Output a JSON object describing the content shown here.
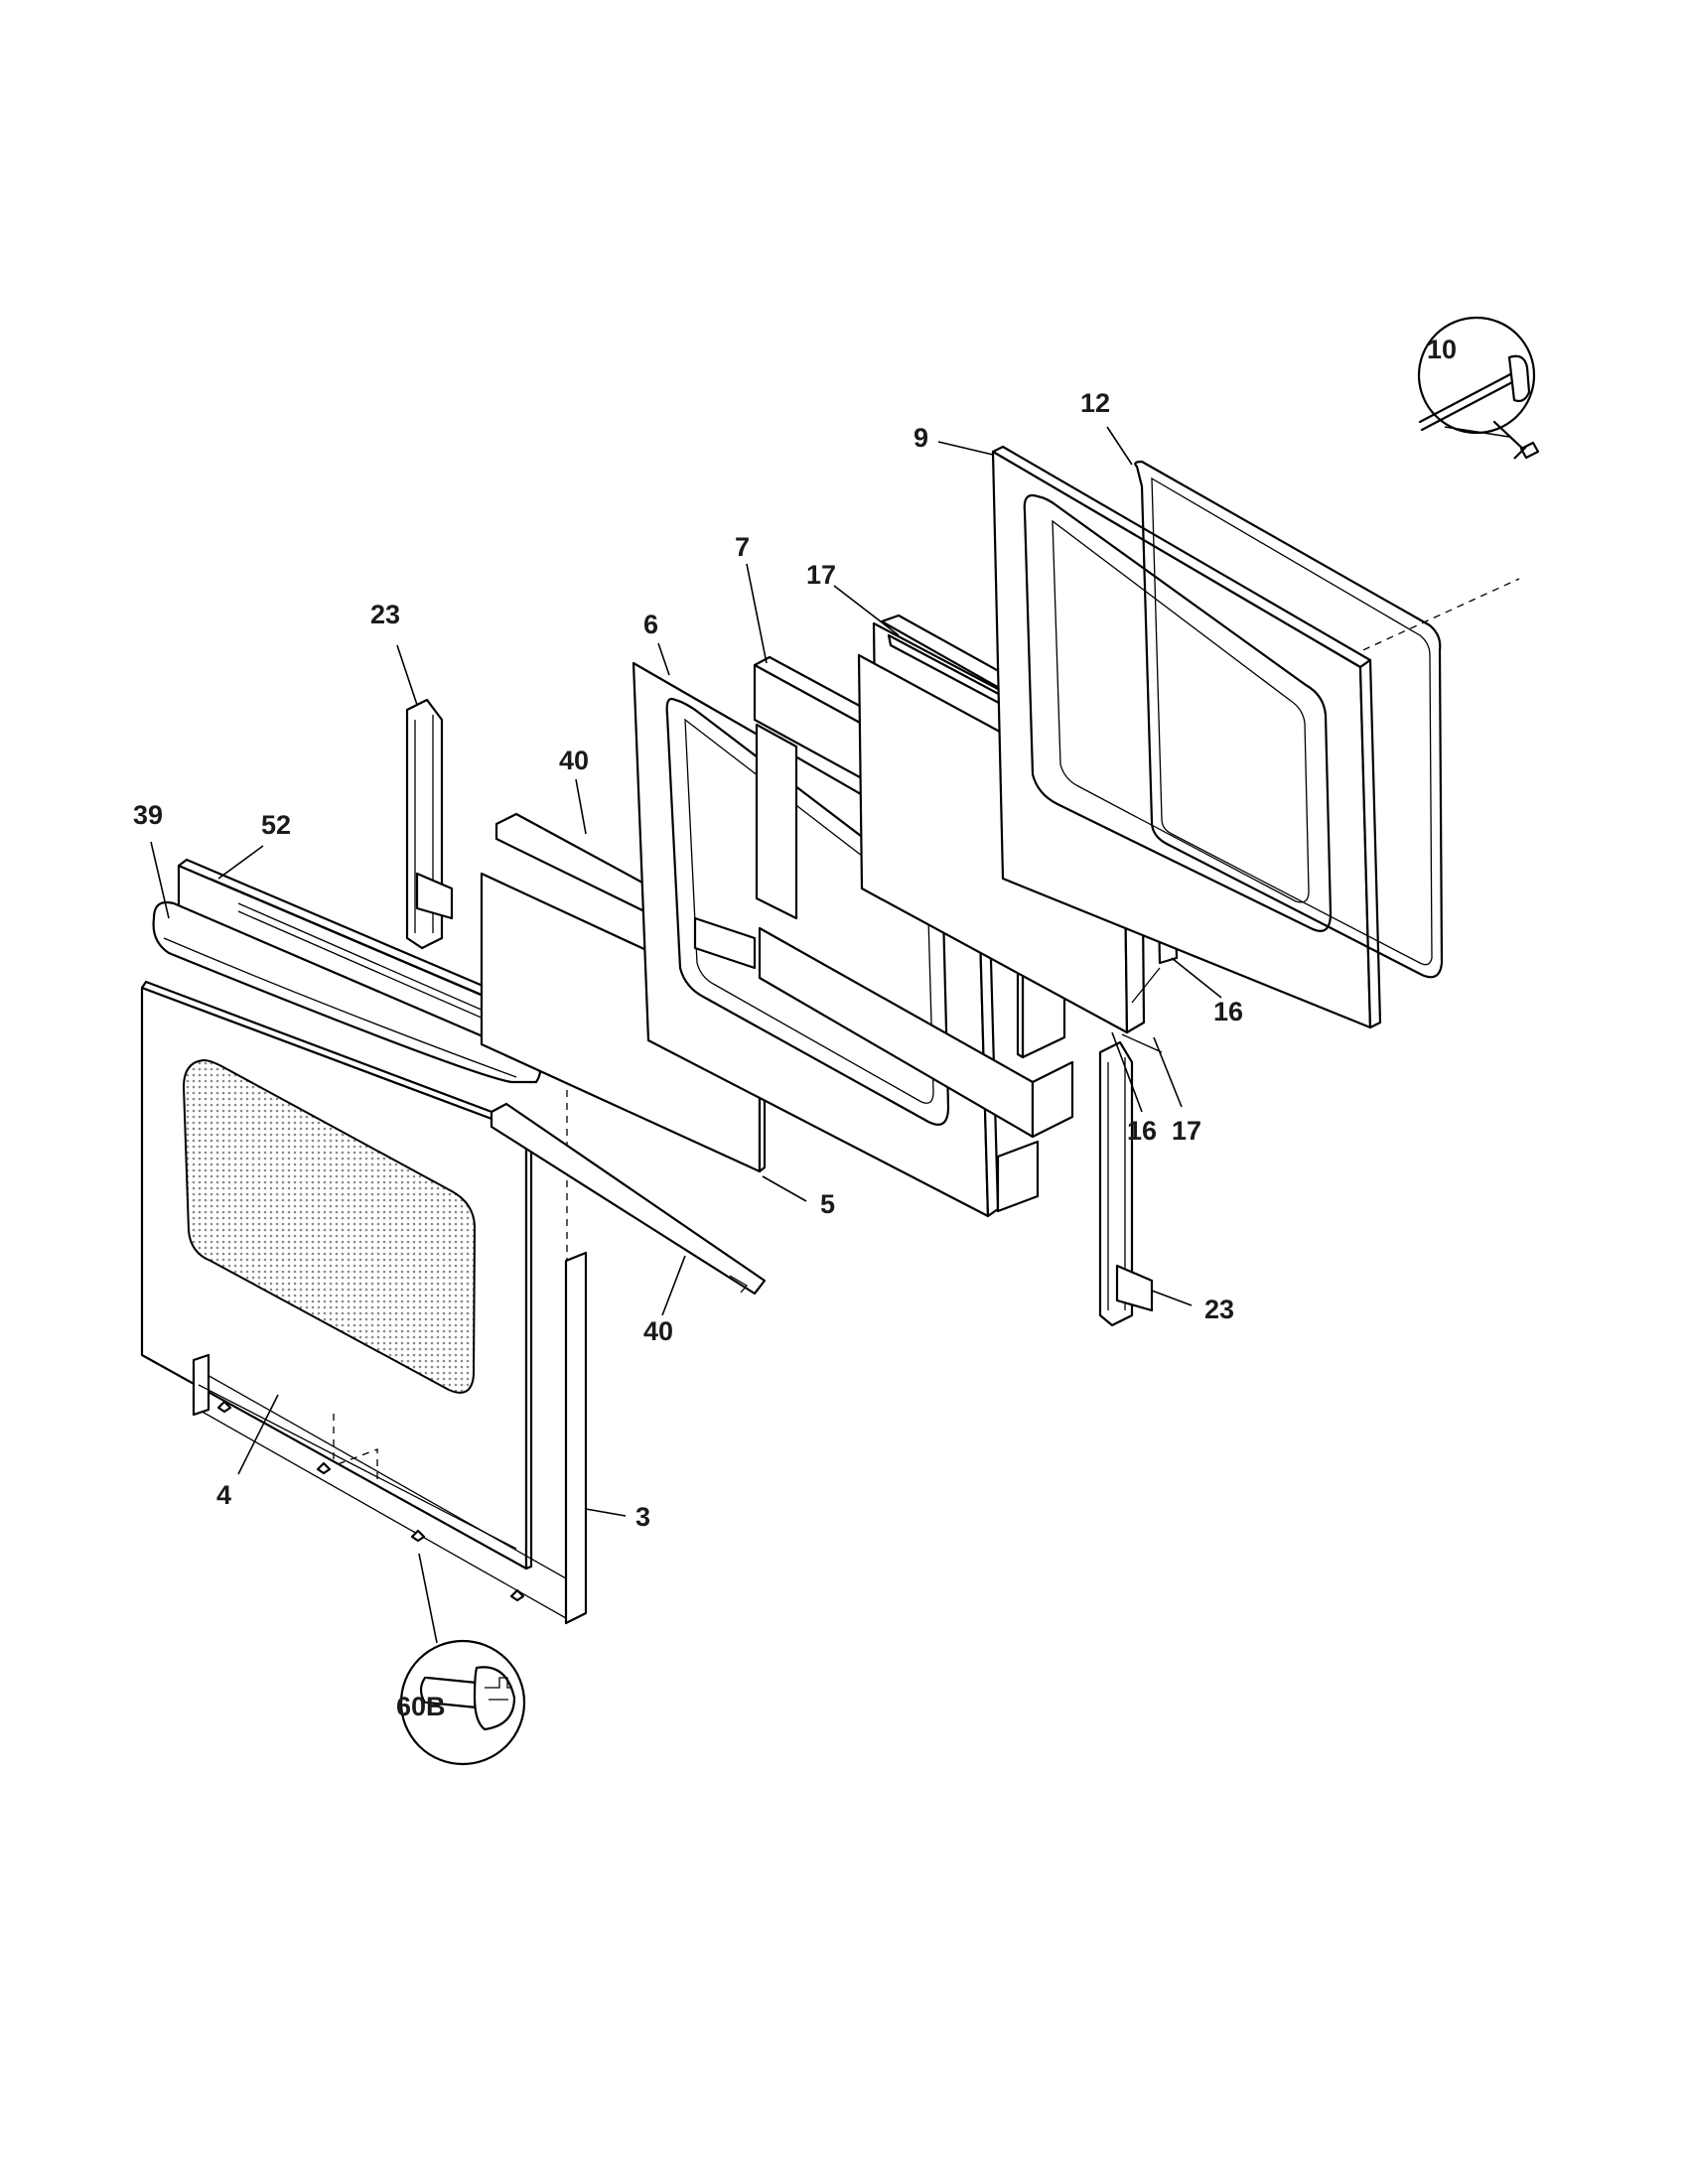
{
  "diagram": {
    "callouts": {
      "c3": "3",
      "c4": "4",
      "c5": "5",
      "c6": "6",
      "c7": "7",
      "c9": "9",
      "c10": "10",
      "c12": "12",
      "c16a": "16",
      "c16b": "16",
      "c17a": "17",
      "c17b": "17",
      "c23a": "23",
      "c23b": "23",
      "c39": "39",
      "c40a": "40",
      "c40b": "40",
      "c52": "52",
      "c60b": "60B"
    }
  }
}
